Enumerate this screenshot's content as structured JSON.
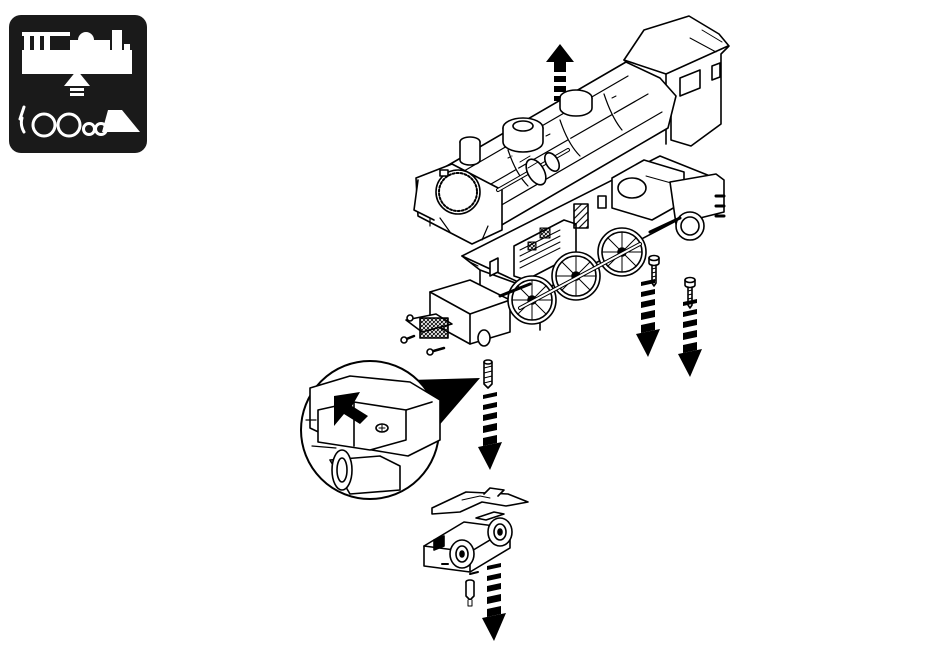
{
  "colors": {
    "ink": "#000000",
    "paper": "#ffffff",
    "icon_background": "#1a1a1a"
  },
  "icons": {
    "category_badge": "steam-locomotive-body-removal-icon"
  },
  "figure": {
    "subject": "exploded-view-steam-locomotive-disassembly",
    "parts": [
      "boiler-body-shell",
      "chassis-frame",
      "drive-wheels",
      "front-bogie-truck",
      "screws"
    ]
  }
}
